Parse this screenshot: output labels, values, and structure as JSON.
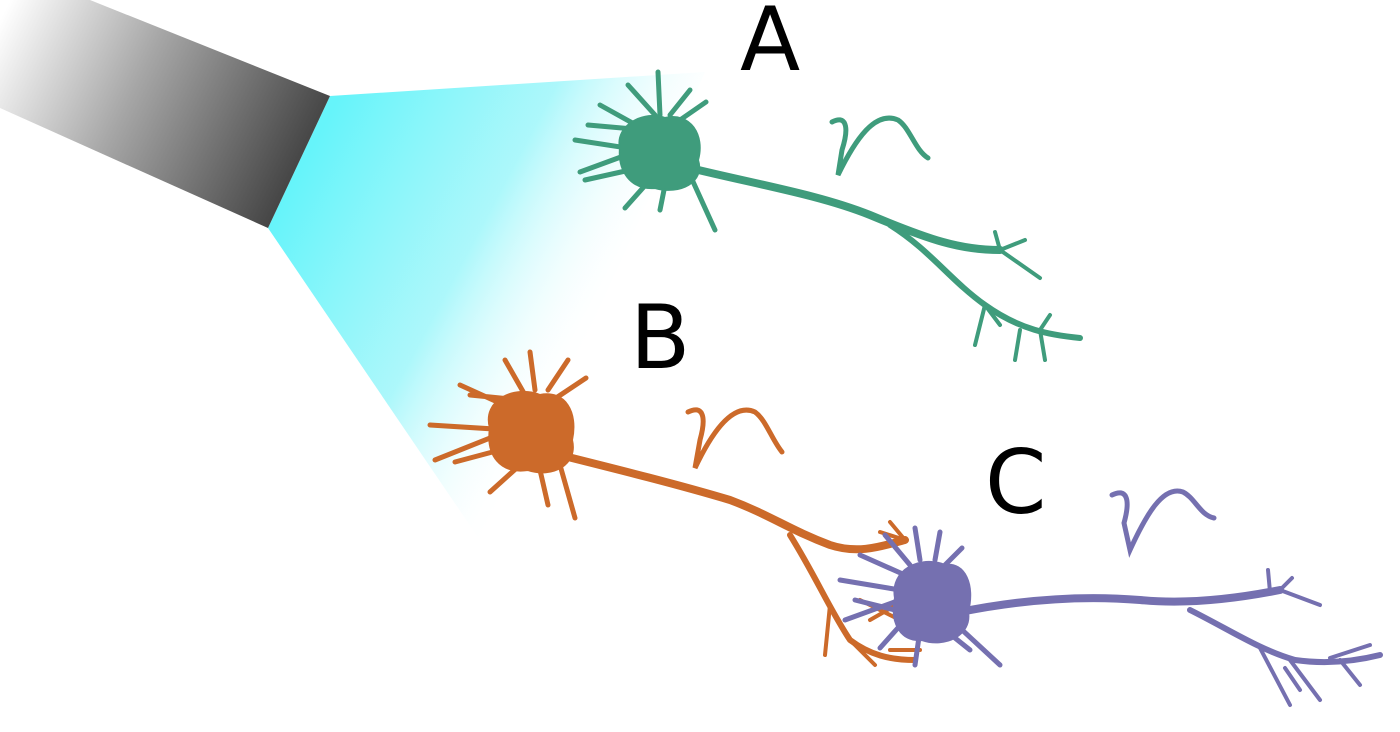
{
  "labels": {
    "a": "A",
    "b": "B",
    "c": "C"
  },
  "neurons": [
    {
      "id": "A",
      "color": "#3f9c7c"
    },
    {
      "id": "B",
      "color": "#cc6a2a"
    },
    {
      "id": "C",
      "color": "#7570b0"
    }
  ],
  "light": {
    "source_color": "#444444",
    "beam_color": "#66f4fa"
  }
}
